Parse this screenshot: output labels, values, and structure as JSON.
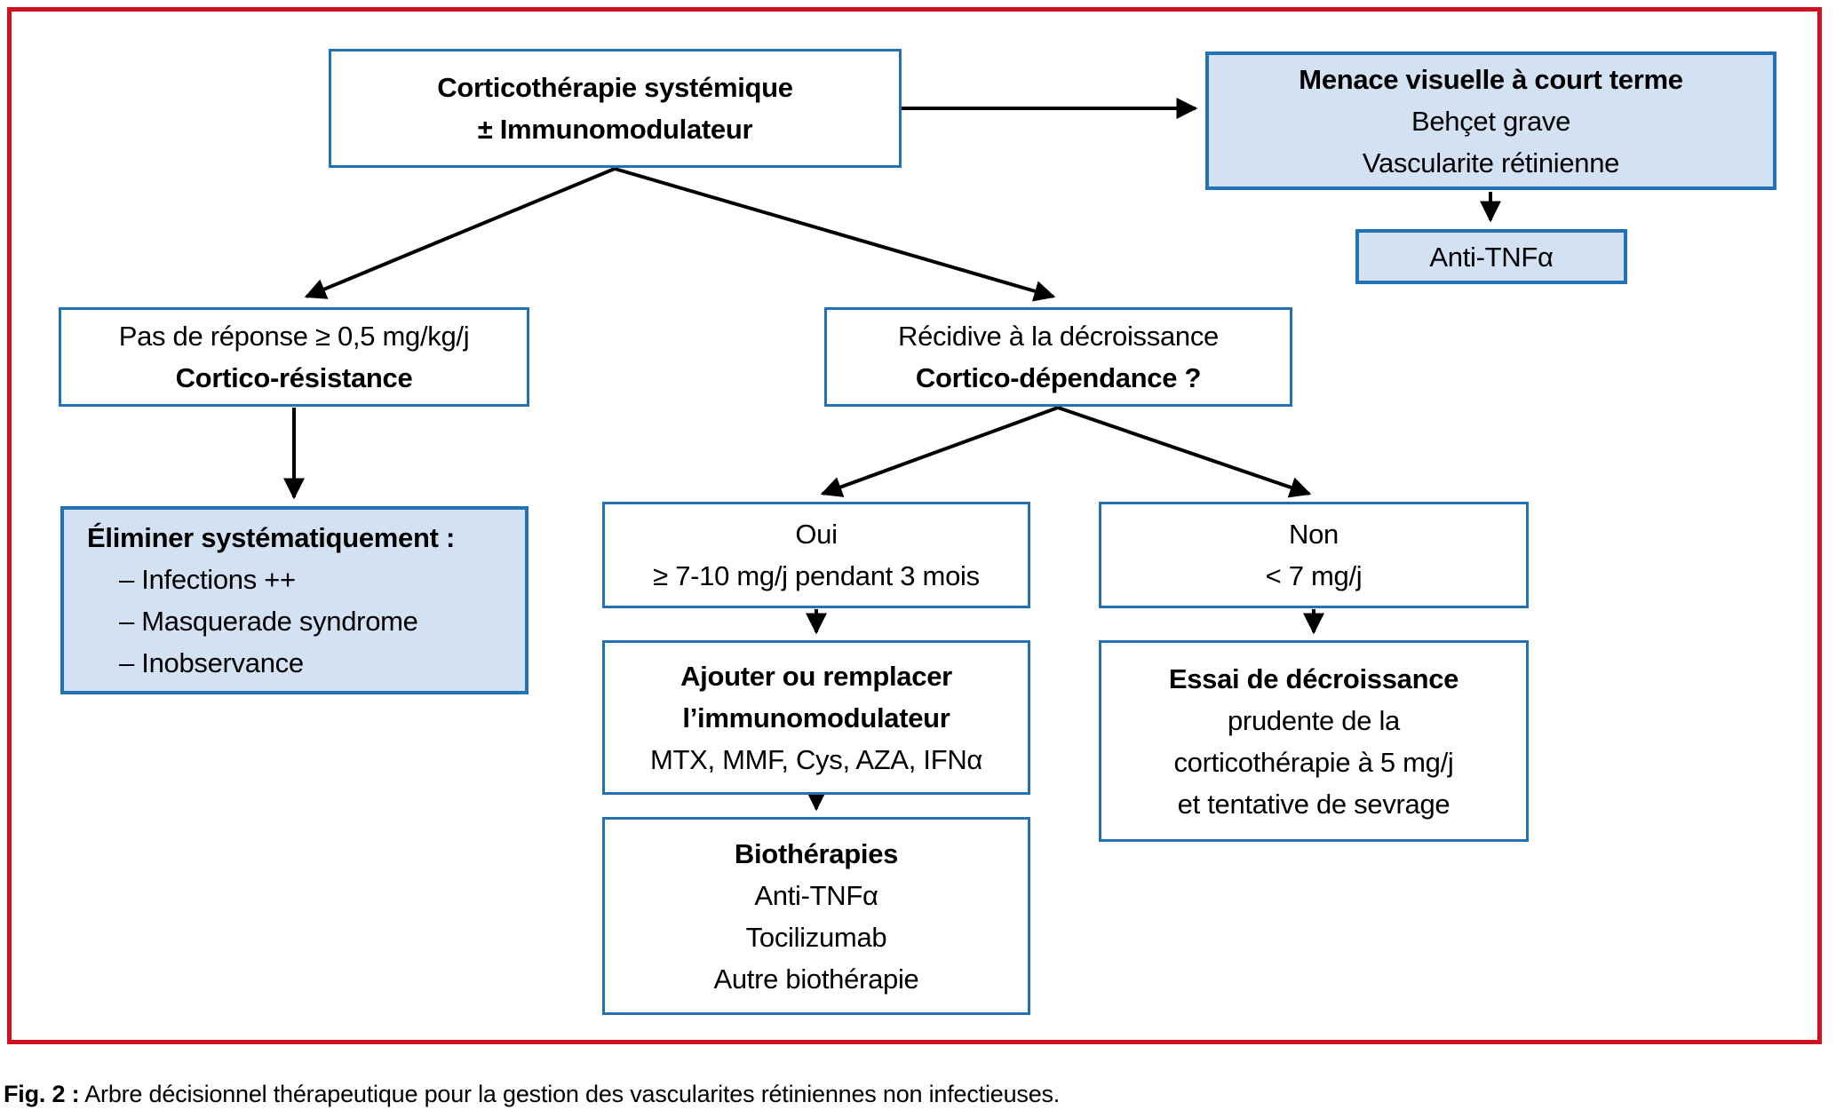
{
  "figure": {
    "caption_label": "Fig. 2 :",
    "caption_text": " Arbre décisionnel thérapeutique pour la gestion des vascularites rétiniennes non infectieuses."
  },
  "colors": {
    "box_border_blue": "#2272B5",
    "box_fill_light_blue": "#D3E2F2",
    "frame_red": "#CF1222",
    "arrow_black": "#000000",
    "text": "#000000"
  },
  "nodes": {
    "corticotherapie": {
      "lines": [
        "Corticothérapie systémique",
        "± Immunomodulateur"
      ]
    },
    "menace": {
      "lines": [
        "Menace visuelle à court terme",
        "Behçet grave",
        "Vascularite rétinienne"
      ]
    },
    "anti_tnf": {
      "lines": [
        "Anti-TNFα"
      ]
    },
    "cortico_resistance": {
      "lines": [
        "Pas de réponse ≥ 0,5 mg/kg/j",
        "Cortico-résistance"
      ]
    },
    "cortico_dependance": {
      "lines": [
        "Récidive à la décroissance",
        "Cortico-dépendance ?"
      ]
    },
    "eliminer": {
      "heading": "Éliminer systématiquement :",
      "items": [
        "– Infections ++",
        "– Masquerade syndrome",
        "– Inobservance"
      ]
    },
    "oui": {
      "lines": [
        "Oui",
        "≥ 7-10 mg/j pendant 3 mois"
      ]
    },
    "non": {
      "lines": [
        "Non",
        "< 7 mg/j"
      ]
    },
    "ajouter": {
      "lines": [
        "Ajouter ou remplacer",
        "l’immunomodulateur",
        "MTX, MMF, Cys, AZA, IFNα"
      ]
    },
    "biotherapies": {
      "lines": [
        "Biothérapies",
        "Anti-TNFα",
        "Tocilizumab",
        "Autre biothérapie"
      ]
    },
    "essai": {
      "lines": [
        "Essai de décroissance",
        "prudente de la",
        "corticothérapie à 5 mg/j",
        "et tentative de sevrage"
      ]
    }
  }
}
